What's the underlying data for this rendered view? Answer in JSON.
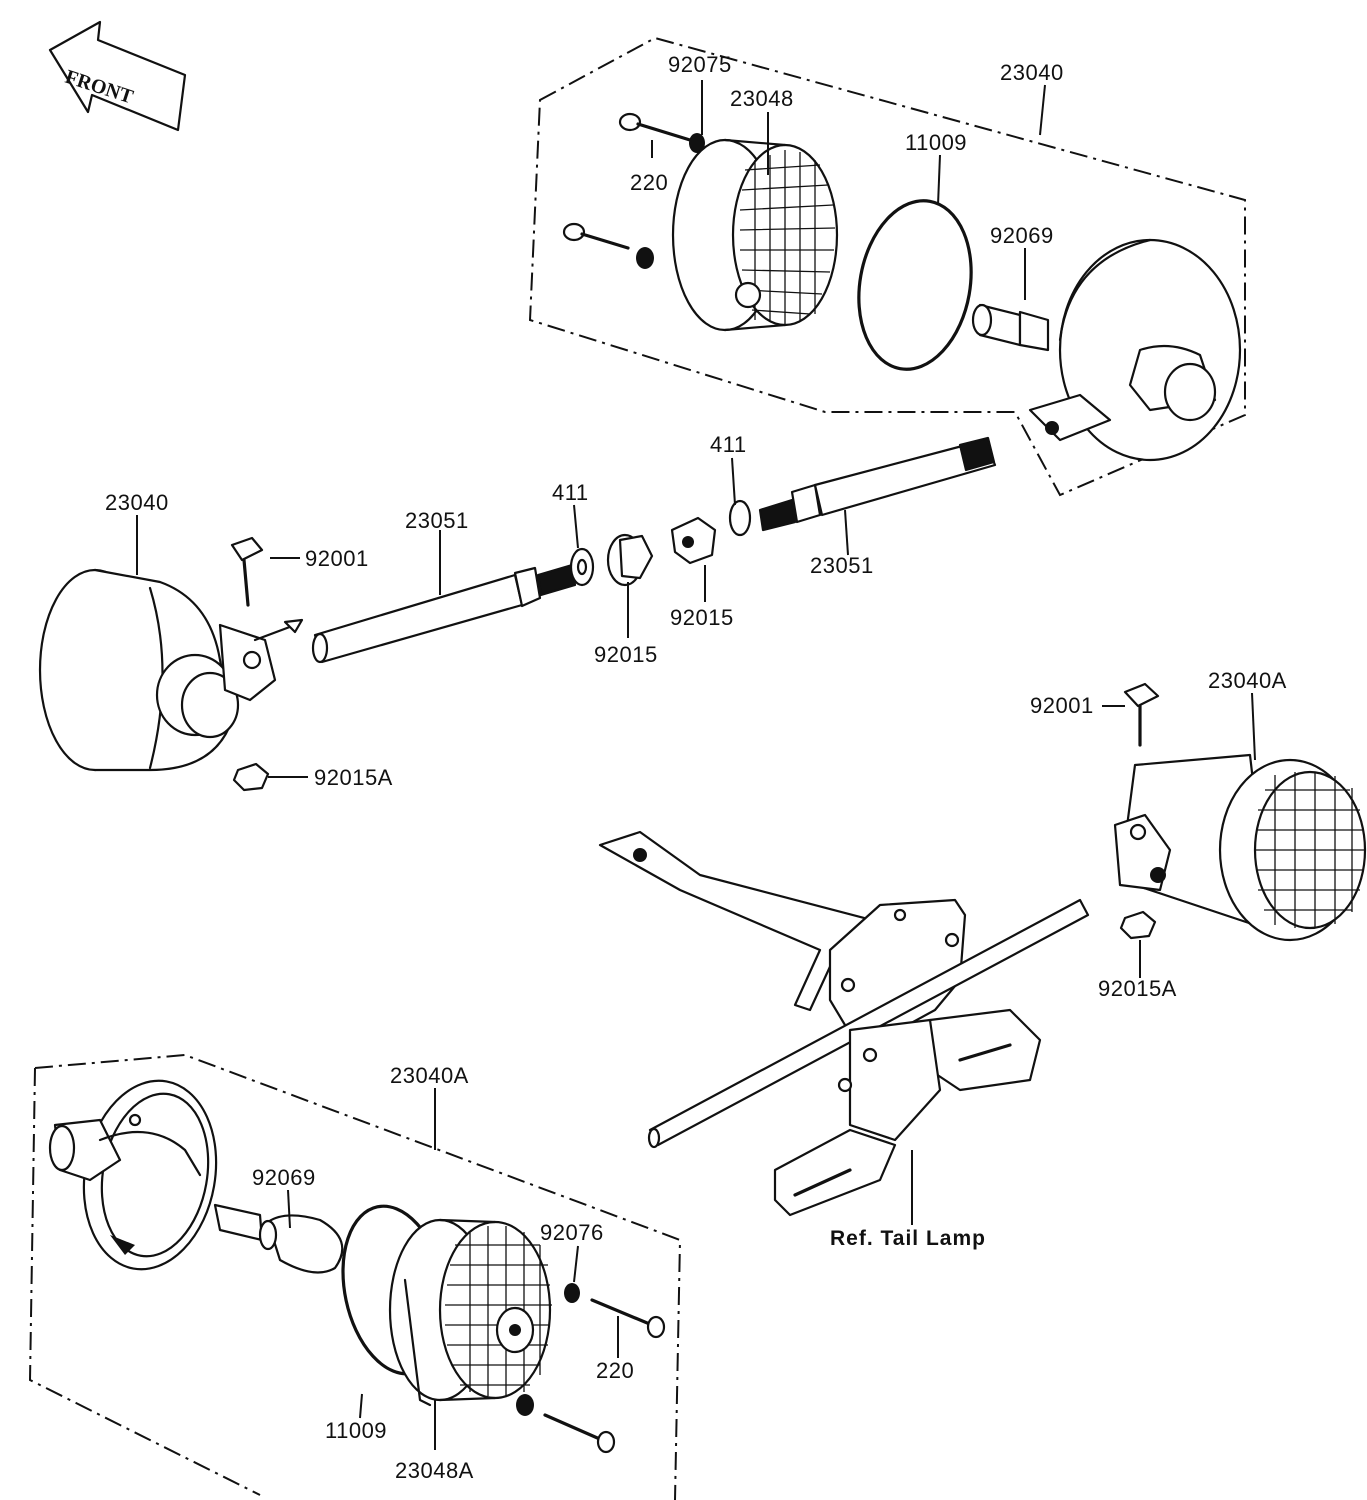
{
  "diagram": {
    "front_badge": "FRONT",
    "ref_label": "Ref. Tail Lamp",
    "callouts": {
      "top_housing": "92075",
      "top_lens": "23048",
      "top_assy": "23040",
      "top_screw": "220",
      "top_gasket": "11009",
      "top_bulb": "92069",
      "left_assy": "23040",
      "left_bolt": "92001",
      "left_stay": "23051",
      "left_washer": "411",
      "left_nut_outer": "92015",
      "left_nut_a": "92015A",
      "mid_washer": "411",
      "mid_nut": "92015",
      "right_stay": "23051",
      "right_bolt": "92001",
      "right_assy": "23040A",
      "right_nut_a": "92015A",
      "bottom_assy": "23040A",
      "bottom_bulb": "92069",
      "bottom_screw_nut": "92076",
      "bottom_screw": "220",
      "bottom_gasket": "11009",
      "bottom_lens": "23048A"
    }
  }
}
